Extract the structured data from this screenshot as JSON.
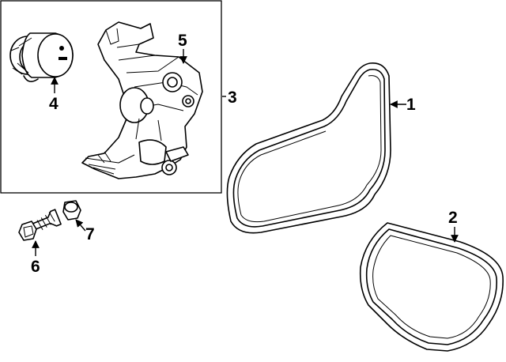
{
  "callouts": {
    "c1": "1",
    "c2": "2",
    "c3": "3",
    "c4": "4",
    "c5": "5",
    "c6": "6",
    "c7": "7"
  },
  "colors": {
    "line": "#000000",
    "background": "#ffffff"
  },
  "icons": {
    "tensioner_pulley": "tensioner-pulley-icon",
    "tensioner_bracket": "tensioner-bracket-icon",
    "bolt": "bolt-icon",
    "spacer": "spacer-icon",
    "serpentine_belt": "serpentine-belt-icon",
    "ac_belt": "ac-belt-icon"
  }
}
